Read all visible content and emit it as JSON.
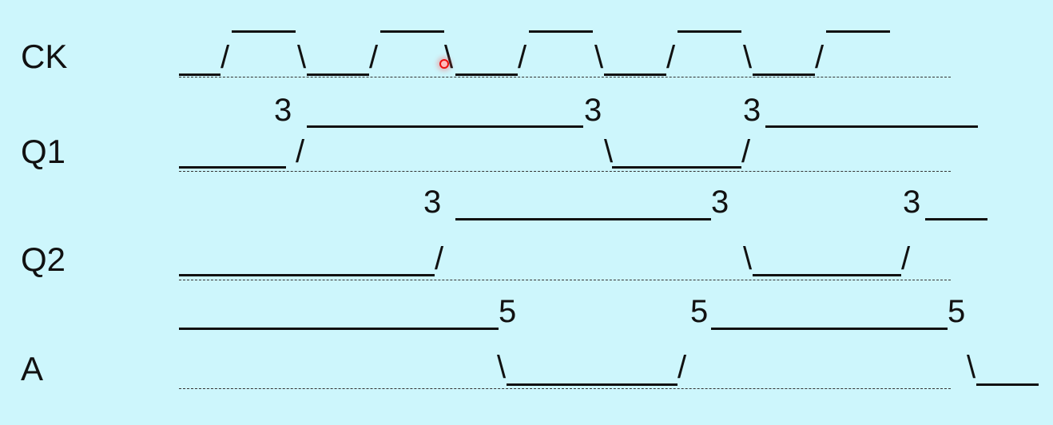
{
  "signals": {
    "ck": {
      "name": "CK"
    },
    "q1": {
      "name": "Q1",
      "delays": [
        "3",
        "3",
        "3"
      ]
    },
    "q2": {
      "name": "Q2",
      "delays": [
        "3",
        "3",
        "3"
      ]
    },
    "a": {
      "name": "A",
      "delays": [
        "5",
        "5",
        "5"
      ]
    }
  },
  "glyphs": {
    "rise": "/",
    "fall": "\\"
  },
  "colors": {
    "background": "#cdf6fc",
    "trace": "#111111",
    "cursor": "#ee1111"
  }
}
